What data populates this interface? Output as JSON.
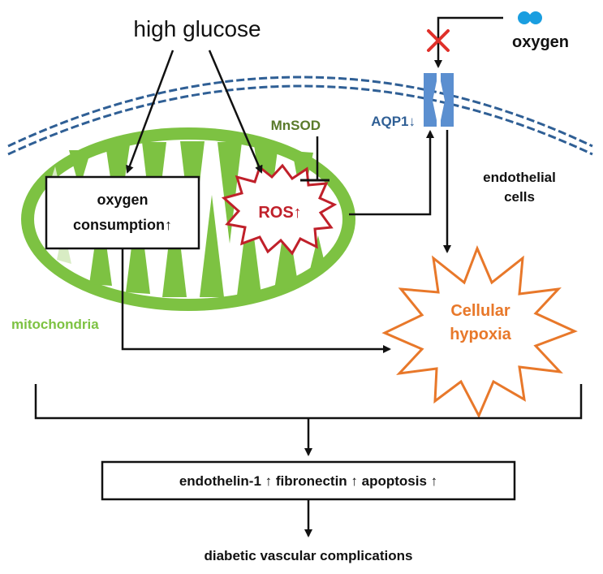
{
  "labels": {
    "high_glucose": "high glucose",
    "oxygen": "oxygen",
    "mnsod": "MnSOD",
    "aqp1": "AQP1↓",
    "endothelial_line1": "endothelial",
    "endothelial_line2": "cells",
    "oxygen_consumption_line1": "oxygen",
    "oxygen_consumption_line2": "consumption↑",
    "ros": "ROS↑",
    "mitochondria": "mitochondria",
    "cellular_hypoxia_line1": "Cellular",
    "cellular_hypoxia_line2": "hypoxia",
    "outcomes": "endothelin-1 ↑ fibronectin ↑ apoptosis ↑",
    "final": "diabetic vascular complications"
  },
  "colors": {
    "mitochondria_green": "#7dc242",
    "mitochondria_light": "#d8ecc4",
    "membrane_blue": "#2f5f95",
    "aqp1_blue": "#5b8fd0",
    "ros_red": "#c0202a",
    "hypoxia_orange": "#e8782a",
    "mnsod_green": "#5a7a2a",
    "mito_label_green": "#7dc242",
    "oxygen_blue": "#1a9ee0",
    "inhibit_red": "#e0302a",
    "text_dark": "#111111"
  },
  "icons": {
    "oxygen_molecule": "oxygen-molecule-icon",
    "blocked": "cross-mark-icon",
    "aqp1_channel": "aquaporin-channel-icon"
  }
}
